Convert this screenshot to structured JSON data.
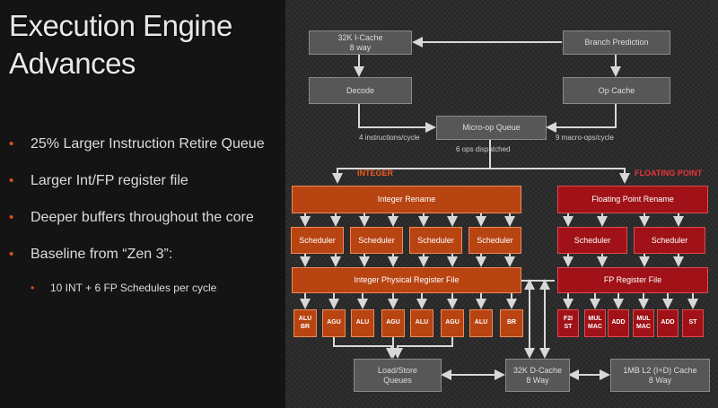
{
  "slide": {
    "title_line1": "Execution Engine",
    "title_line2": "Advances",
    "bullets": [
      "25% Larger Instruction Retire Queue",
      "Larger Int/FP register file",
      "Deeper buffers throughout the core",
      "Baseline from “Zen 3”:"
    ],
    "sub_bullets": [
      "10 INT + 6 FP Schedules per cycle"
    ],
    "bullet_glyph": "•",
    "accent_color": "#e0501c"
  },
  "diagram": {
    "icache": {
      "line1": "32K I-Cache",
      "line2": "8 way"
    },
    "branch_prediction": "Branch Prediction",
    "decode": "Decode",
    "op_cache": "Op Cache",
    "micro_op_queue": "Micro-op Queue",
    "label_decode_rate": "4 instructions/cycle",
    "label_opcache_rate": "9 macro-ops/cycle",
    "label_dispatch": "6 ops dispatched",
    "integer_section": "INTEGER",
    "fp_section": "FLOATING POINT",
    "integer_rename": "Integer Rename",
    "fp_rename": "Floating Point Rename",
    "scheduler": "Scheduler",
    "integer_prf": "Integer Physical Register File",
    "fp_register_file": "FP Register File",
    "int_units": [
      {
        "l1": "ALU",
        "l2": "BR"
      },
      {
        "l1": "AGU",
        "l2": ""
      },
      {
        "l1": "ALU",
        "l2": ""
      },
      {
        "l1": "AGU",
        "l2": ""
      },
      {
        "l1": "ALU",
        "l2": ""
      },
      {
        "l1": "AGU",
        "l2": ""
      },
      {
        "l1": "ALU",
        "l2": ""
      },
      {
        "l1": "BR",
        "l2": ""
      }
    ],
    "fp_units": [
      {
        "l1": "F2I",
        "l2": "ST"
      },
      {
        "l1": "MUL",
        "l2": "MAC"
      },
      {
        "l1": "ADD",
        "l2": ""
      },
      {
        "l1": "MUL",
        "l2": "MAC"
      },
      {
        "l1": "ADD",
        "l2": ""
      },
      {
        "l1": "ST",
        "l2": ""
      }
    ],
    "load_store": {
      "line1": "Load/Store",
      "line2": "Queues"
    },
    "dcache": {
      "line1": "32K D-Cache",
      "line2": "8 Way"
    },
    "l2cache": {
      "line1": "1MB L2 (I+D) Cache",
      "line2": "8 Way"
    },
    "colors": {
      "integer": "#b84412",
      "fp": "#a01217",
      "neutral": "#575757"
    }
  }
}
